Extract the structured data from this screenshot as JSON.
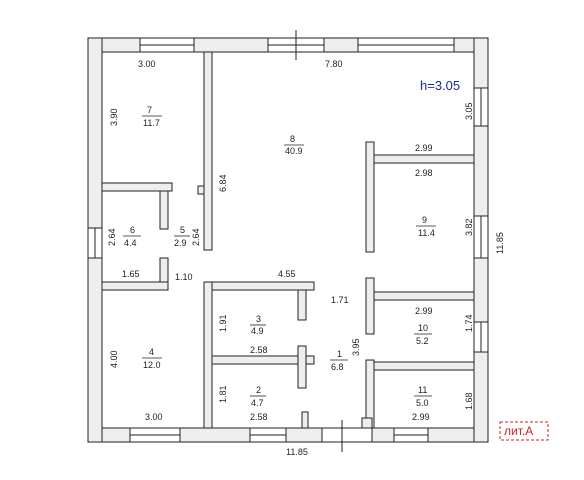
{
  "height_label": "h=3.05",
  "letter_label": "лит.А",
  "rooms": [
    {
      "id": "7",
      "num": "7",
      "area": "11.7"
    },
    {
      "id": "8",
      "num": "8",
      "area": "40.9"
    },
    {
      "id": "9",
      "num": "9",
      "area": "11.4"
    },
    {
      "id": "6",
      "num": "6",
      "area": "4.4"
    },
    {
      "id": "5",
      "num": "5",
      "area": "2.9"
    },
    {
      "id": "3",
      "num": "3",
      "area": "4.9"
    },
    {
      "id": "10",
      "num": "10",
      "area": "5.2"
    },
    {
      "id": "4",
      "num": "4",
      "area": "12.0"
    },
    {
      "id": "1",
      "num": "1",
      "area": "6.8"
    },
    {
      "id": "2",
      "num": "2",
      "area": "4.7"
    },
    {
      "id": "11",
      "num": "11",
      "area": "5.0"
    }
  ],
  "dimensions": [
    "3.00",
    "7.80",
    "3.05",
    "3.90",
    "6.84",
    "2.99",
    "2.98",
    "3.82",
    "11.85",
    "2.64",
    "2.64",
    "1.65",
    "1.10",
    "4.55",
    "1.71",
    "2.99",
    "1.91",
    "1.74",
    "2.58",
    "3.95",
    "4.00",
    "1.81",
    "1.68",
    "3.00",
    "2.58",
    "2.99",
    "11.85"
  ]
}
